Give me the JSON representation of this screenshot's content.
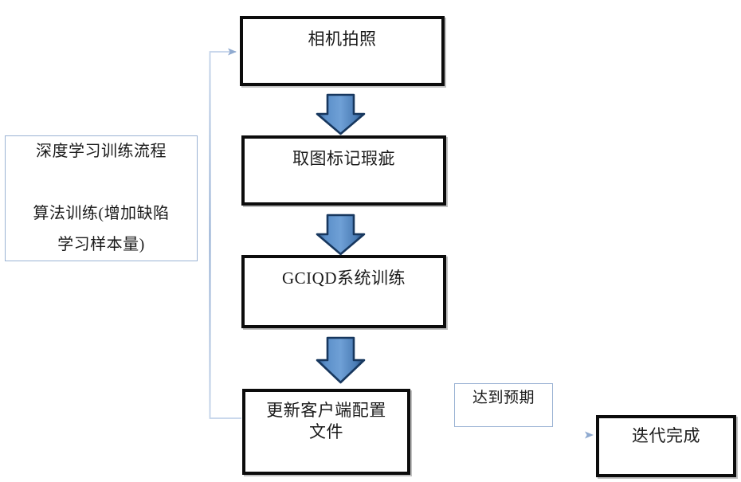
{
  "diagram": {
    "type": "flowchart",
    "title_note": {
      "label": "深度学习训练流程\n\n算法训练(增加缺陷\n学习样本量)",
      "line1": "深度学习训练流程",
      "line2": "算法训练(增加缺陷",
      "line3": "学习样本量)"
    },
    "nodes": [
      {
        "id": "camera-capture",
        "label": "相机拍照"
      },
      {
        "id": "mark-defects",
        "label": "取图标记瑕疵"
      },
      {
        "id": "gciqd-training",
        "label": "GCIQD系统训练"
      },
      {
        "id": "update-client-config",
        "label": "更新客户端配置\n文件"
      },
      {
        "id": "iteration-complete",
        "label": "迭代完成"
      }
    ],
    "edge_labels": [
      {
        "id": "meets-expectation",
        "label": "达到预期"
      }
    ],
    "connector_names": [
      "arrow-capture-to-mark",
      "arrow-mark-to-training",
      "arrow-training-to-update",
      "arrow-update-to-complete",
      "feedback-loop-update-to-capture"
    ],
    "colors": {
      "node_border": "#0c0c0c",
      "note_border": "#9bb3d4",
      "block_arrow_fill": "#5b8fc9",
      "block_arrow_outline": "#17375e",
      "connector_line": "#8faad0",
      "text": "#1a1a1a",
      "background": "#ffffff"
    }
  }
}
